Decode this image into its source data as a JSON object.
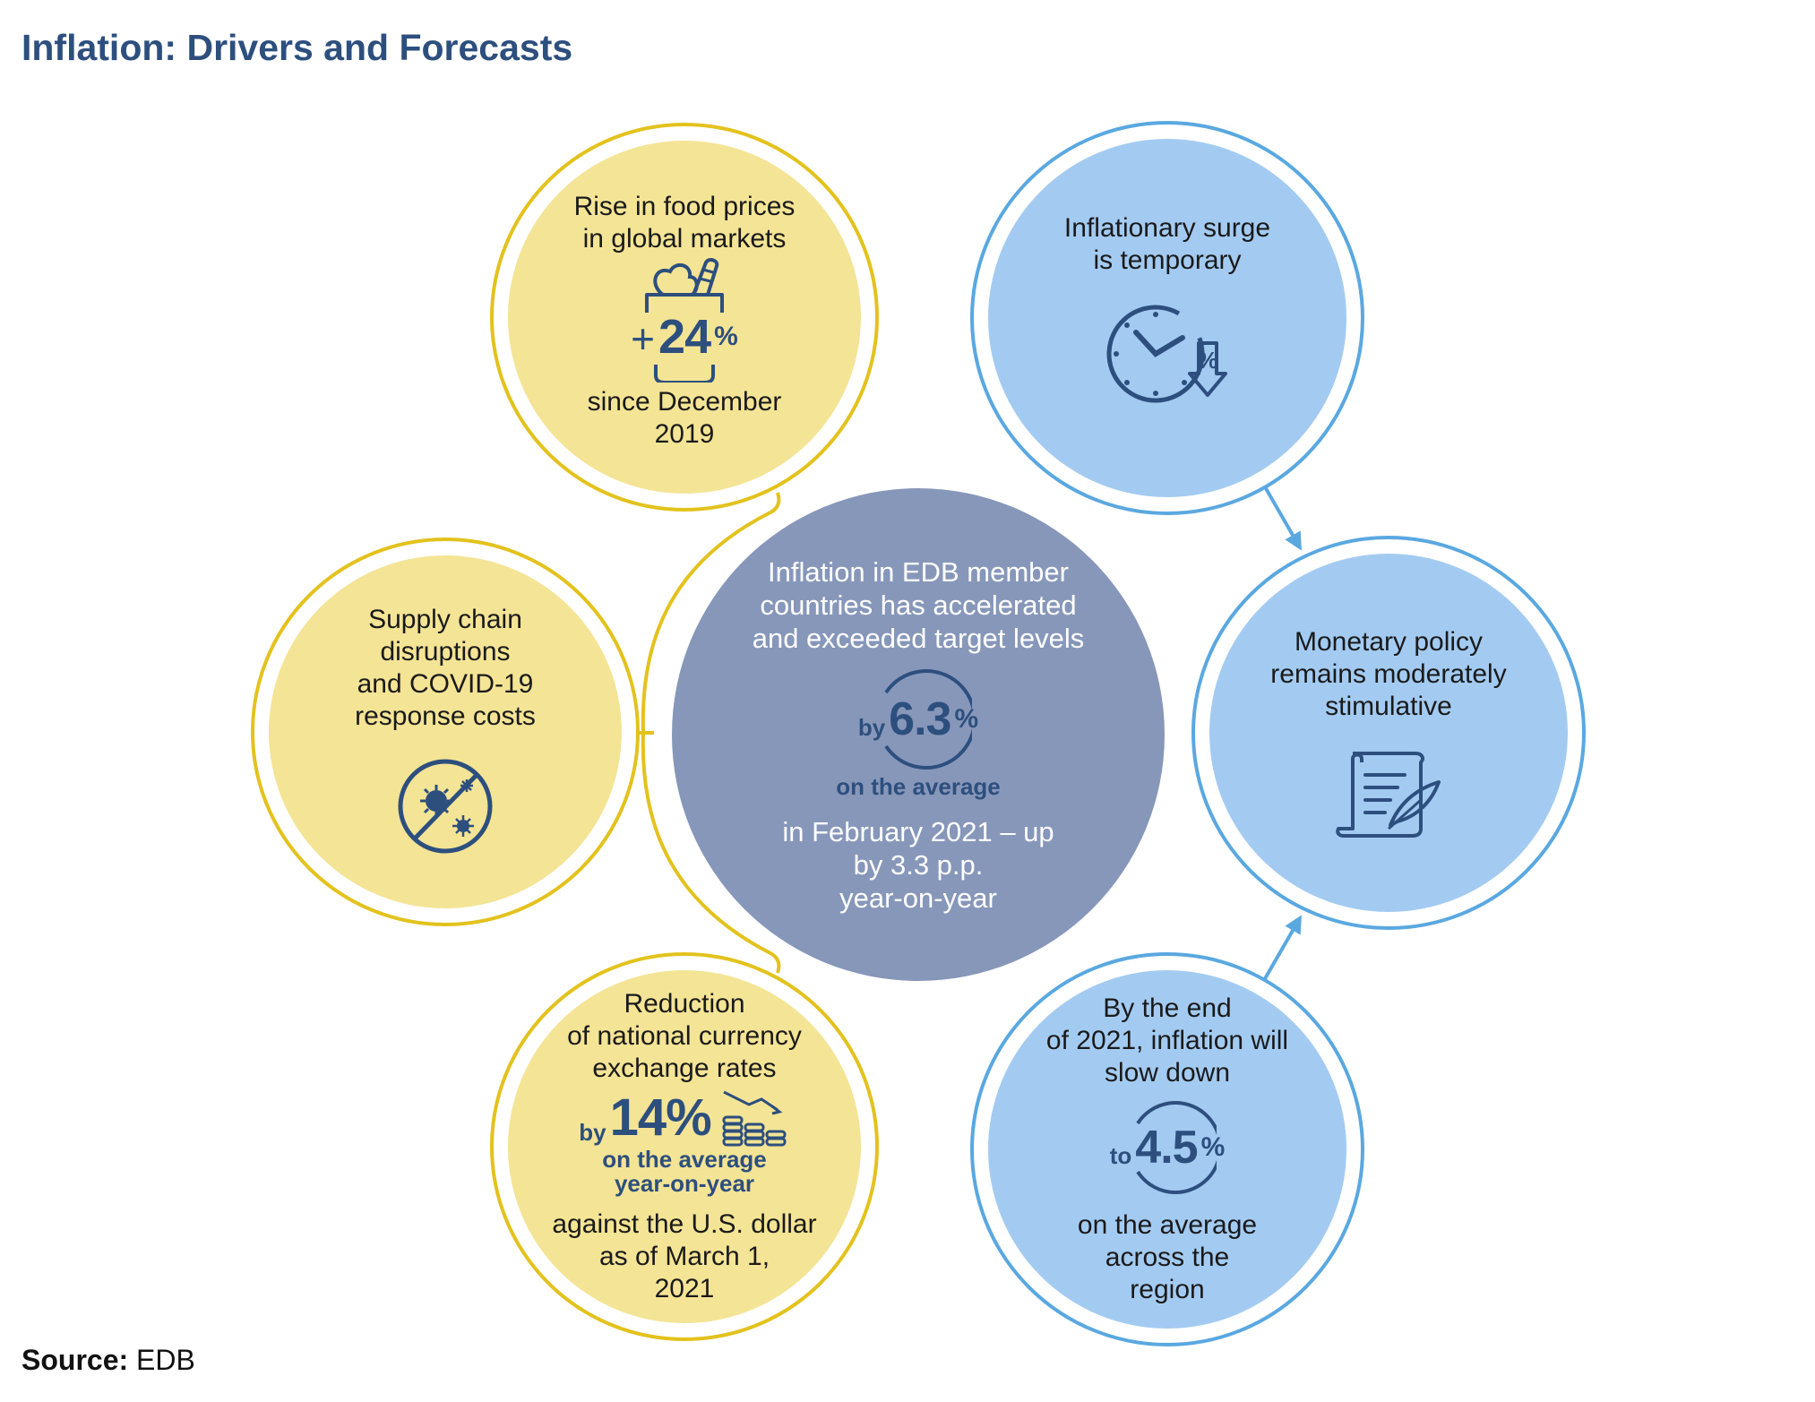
{
  "title": "Inflation: Drivers and Forecasts",
  "source": {
    "label": "Source:",
    "value": "EDB"
  },
  "colors": {
    "title": "#2d4f7e",
    "yellow_ring": "#e3c21d",
    "yellow_fill": "#f4e495",
    "blue_ring": "#5aa8e0",
    "blue_fill": "#a3cbf2",
    "center_fill": "#8797ba"
  },
  "center": {
    "text_top": "Inflation in EDB member\ncountries has accelerated\nand exceeded target levels",
    "stat_prefix": "by",
    "stat_value": "6.3",
    "stat_unit": "%",
    "note": "on the average",
    "text_bottom": "in February 2021 – up\nby 3.3 p.p.\nyear-on-year"
  },
  "drivers": {
    "food": {
      "text_top": "Rise in food prices\nin global markets",
      "stat_prefix": "+",
      "stat_value": "24",
      "stat_unit": "%",
      "text_bottom": "since December\n2019",
      "icon": "grocery-bag-icon"
    },
    "supply": {
      "text": "Supply chain\ndisruptions\nand COVID-19\nresponse costs",
      "icon": "no-virus-icon"
    },
    "currency": {
      "text_top": "Reduction\nof national currency\nexchange rates",
      "stat_prefix": "by",
      "stat_value": "14%",
      "note": "on the average\nyear-on-year",
      "text_bottom": "against the U.S. dollar\nas of March 1,\n2021",
      "icon": "falling-coins-icon"
    }
  },
  "forecasts": {
    "temporary": {
      "text": "Inflationary surge\nis temporary",
      "icon": "clock-percent-down-icon"
    },
    "policy": {
      "text": "Monetary policy\nremains moderately\nstimulative",
      "icon": "document-quill-icon"
    },
    "slowdown": {
      "text_top": "By the end\nof 2021, inflation will\nslow down",
      "stat_prefix": "to",
      "stat_value": "4.5",
      "stat_unit": "%",
      "text_bottom": "on the average\nacross the\nregion"
    }
  }
}
